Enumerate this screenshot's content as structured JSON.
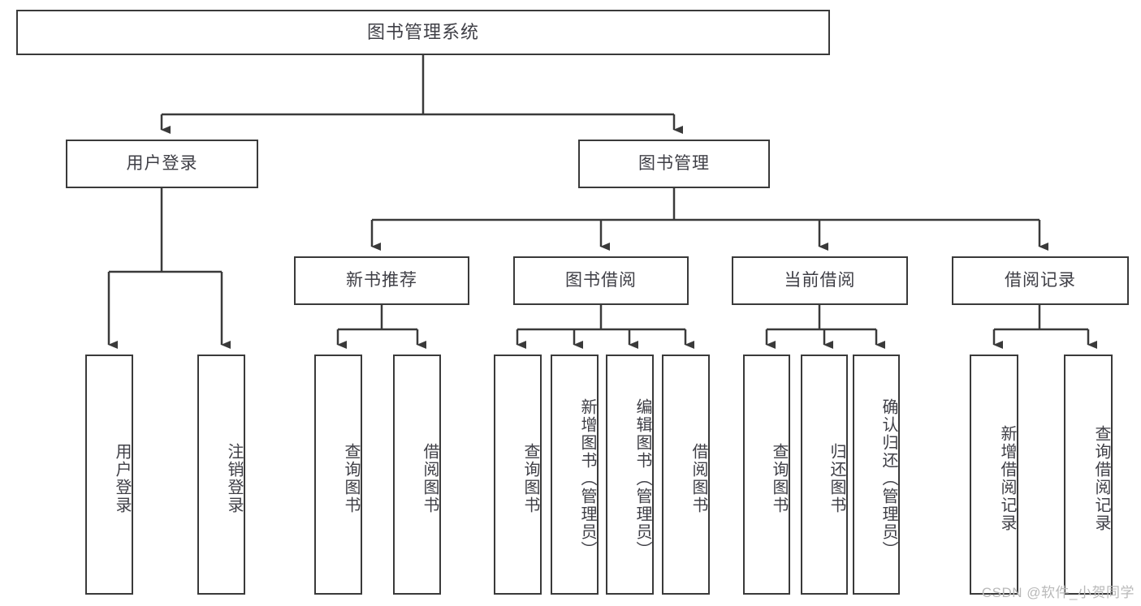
{
  "diagram": {
    "title": "图书管理系统",
    "type": "hierarchy-tree",
    "watermark": "CSDN @软件_小贺同学",
    "colors": {
      "box_border": "#3a3a3a",
      "box_fill": "#ffffff",
      "text": "#3f3f46",
      "edge": "#3a3a3a",
      "watermark": "#b9b9b9",
      "background": "#ffffff"
    },
    "nodes": {
      "root": {
        "label": "图书管理系统"
      },
      "level1": [
        {
          "id": "user-login",
          "label": "用户登录"
        },
        {
          "id": "book-manage",
          "label": "图书管理"
        }
      ],
      "level2": [
        {
          "id": "new-book-recommend",
          "label": "新书推荐"
        },
        {
          "id": "book-borrow",
          "label": "图书借阅"
        },
        {
          "id": "current-borrow",
          "label": "当前借阅"
        },
        {
          "id": "borrow-record",
          "label": "借阅记录"
        }
      ],
      "leaves": {
        "user-login": [
          {
            "id": "leaf-user-login",
            "label": "用户登录"
          },
          {
            "id": "leaf-user-logout",
            "label": "注销登录"
          }
        ],
        "new-book-recommend": [
          {
            "id": "leaf-query-book-1",
            "label": "查询图书"
          },
          {
            "id": "leaf-borrow-book-1",
            "label": "借阅图书"
          }
        ],
        "book-borrow": [
          {
            "id": "leaf-query-book-2",
            "label": "查询图书"
          },
          {
            "id": "leaf-add-book",
            "label": "新增图书（管理员）"
          },
          {
            "id": "leaf-edit-book",
            "label": "编辑图书（管理员）"
          },
          {
            "id": "leaf-borrow-book-2",
            "label": "借阅图书"
          }
        ],
        "current-borrow": [
          {
            "id": "leaf-query-book-3",
            "label": "查询图书"
          },
          {
            "id": "leaf-return-book",
            "label": "归还图书"
          },
          {
            "id": "leaf-confirm-return",
            "label": "确认归还（管理员）"
          }
        ],
        "borrow-record": [
          {
            "id": "leaf-add-record",
            "label": "新增借阅记录"
          },
          {
            "id": "leaf-query-record",
            "label": "查询借阅记录"
          }
        ]
      }
    }
  }
}
